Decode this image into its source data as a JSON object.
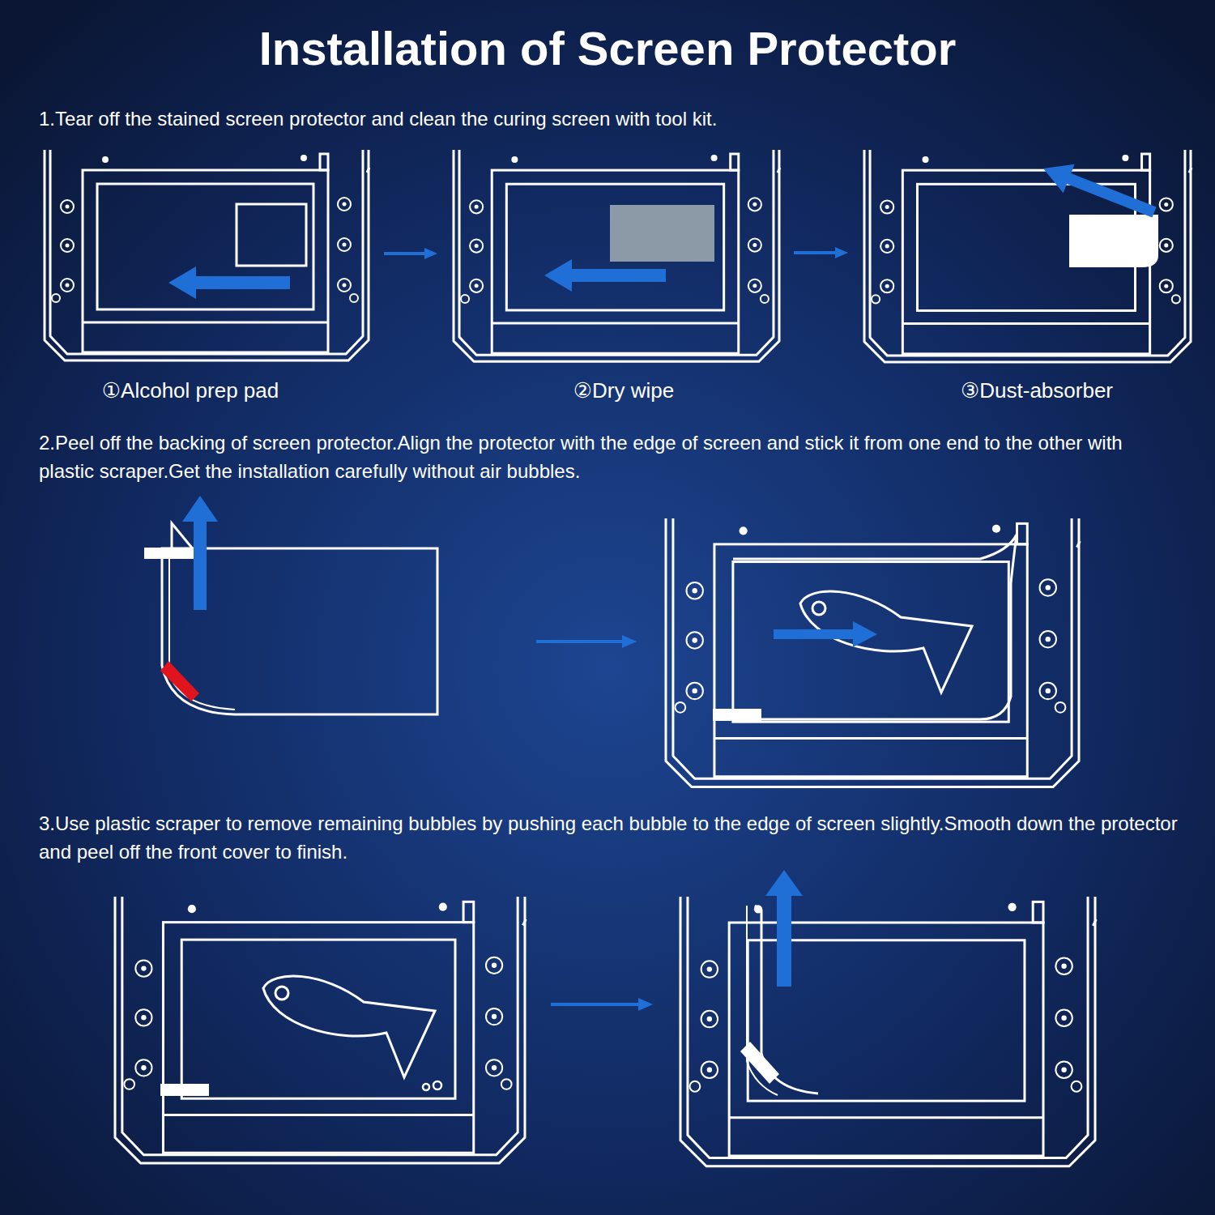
{
  "diagram": {
    "title": "Installation of Screen Protector",
    "labels": [
      "1.Tear off the stained screen protector and clean the curing screen with tool kit.",
      "①Alcohol prep pad",
      "②Dry wipe",
      "③Dust-absorber",
      "2.Peel off the backing of screen protector.Align the protector with the edge of screen and stick it from one end to the other with plastic scraper.Get the installation carefully without air bubbles.",
      "3.Use plastic scraper to remove remaining bubbles by pushing each bubble to the edge of screen slightly.Smooth down the protector and peel off the front cover to finish."
    ]
  }
}
